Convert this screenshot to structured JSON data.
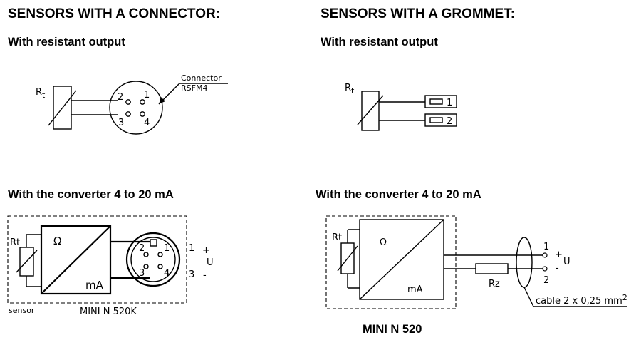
{
  "left": {
    "heading": "SENSORS WITH A CONNECTOR:",
    "sub_resistant": "With resistant output",
    "sub_converter": "With the converter 4 to 20 mA",
    "resistor_label": "R",
    "resistor_sub": "t",
    "connector_label": "Connector",
    "connector_model": "RSFM4",
    "pins": [
      "1",
      "2",
      "3",
      "4"
    ],
    "conv_resistor_label": "Rt",
    "omega": "Ω",
    "ma": "mA",
    "terminal_1": "1",
    "terminal_3": "3",
    "plus": "+",
    "minus": "-",
    "u": "U",
    "sensor_label": "sensor",
    "model": "MINI N 520K"
  },
  "right": {
    "heading": "SENSORS WITH A GROMMET:",
    "sub_resistant": "With resistant output",
    "sub_converter": "With the converter 4 to 20 mA",
    "resistor_label": "R",
    "resistor_sub": "t",
    "terminal_1": "1",
    "terminal_2": "2",
    "conv_resistor_label": "Rt",
    "omega": "Ω",
    "ma": "mA",
    "rz": "Rz",
    "plus": "+",
    "minus": "-",
    "u": "U",
    "cable_label": "cable 2 x 0,25 mm",
    "cable_sup": "2",
    "model": "MINI N 520"
  }
}
